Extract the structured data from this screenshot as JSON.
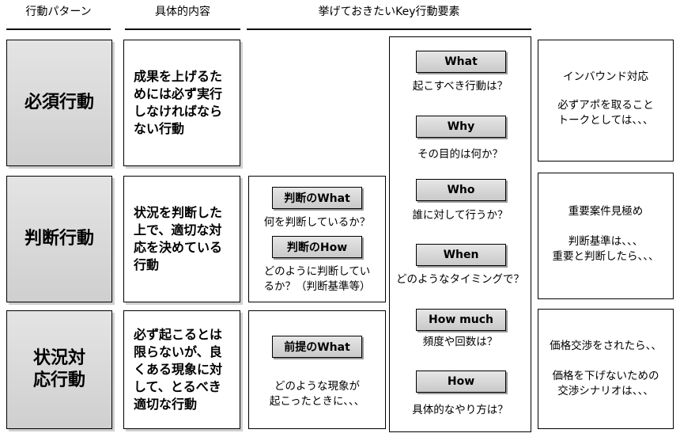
{
  "headers": {
    "pattern": "行動パターン",
    "content": "具体的内容",
    "key": "挙げておきたいKey行動要素"
  },
  "rows": [
    {
      "pattern": "必須行動",
      "content": "成果を上げるためには必ず実行しなければならない行動"
    },
    {
      "pattern": "判断行動",
      "content": "状況を判断した上で、適切な対応を決めている行動"
    },
    {
      "pattern": "状況対応行動",
      "content": "必ず起こるとは限らないが、良くある現象に対して、とるべき適切な行動"
    }
  ],
  "middle": {
    "judgement": {
      "what_label": "判断のWhat",
      "what_caption": "何を判断しているか？",
      "how_label": "判断のHow",
      "how_caption_1": "どのように判断してい",
      "how_caption_2": "るか？（判断基準等）"
    },
    "premise": {
      "label": "前提のWhat",
      "caption_1": "どのような現象が",
      "caption_2": "起こったときに、、、"
    }
  },
  "key_elements": [
    {
      "label": "What",
      "caption": "起こすべき行動は？"
    },
    {
      "label": "Why",
      "caption": "その目的は何か？"
    },
    {
      "label": "Who",
      "caption": "誰に対して行うか？"
    },
    {
      "label": "When",
      "caption": "どのようなタイミングで？"
    },
    {
      "label": "How much",
      "caption": "頻度や回数は？"
    },
    {
      "label": "How",
      "caption": "具体的なやり方は？"
    }
  ],
  "examples": [
    {
      "title": "インバウンド対応",
      "line1": "必ずアポを取ること",
      "line2": "トークとしては、、、"
    },
    {
      "title": "重要案件見極め",
      "line1": "判断基準は、、、",
      "line2": "重要と判断したら、、、"
    },
    {
      "title": "価格交渉をされたら、、",
      "line1": "価格を下げないための",
      "line2": "交渉シナリオは、、、"
    }
  ]
}
